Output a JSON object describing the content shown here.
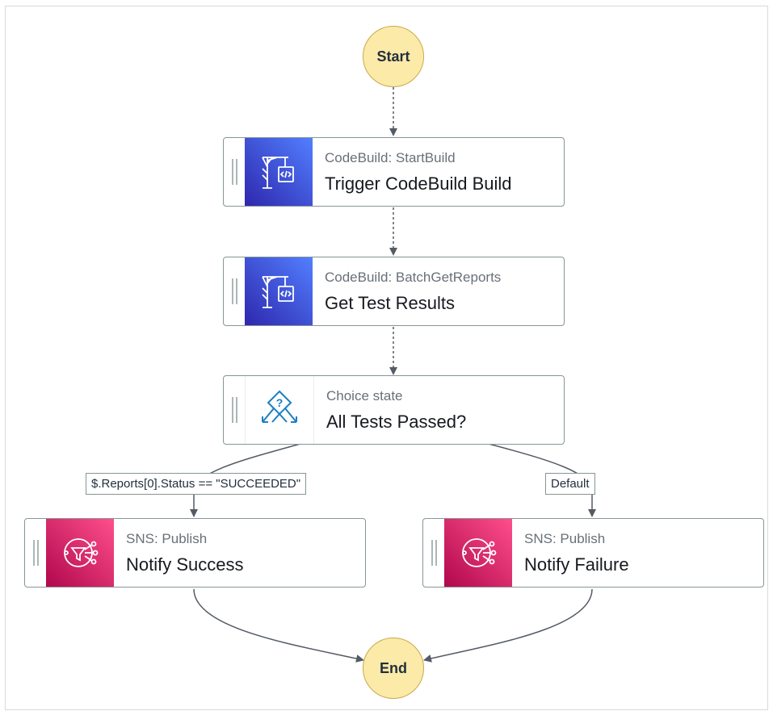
{
  "diagram": {
    "start_label": "Start",
    "end_label": "End",
    "states": [
      {
        "id": "trigger",
        "service": "CodeBuild: StartBuild",
        "name": "Trigger CodeBuild Build",
        "icon": "codebuild-icon"
      },
      {
        "id": "results",
        "service": "CodeBuild: BatchGetReports",
        "name": "Get Test Results",
        "icon": "codebuild-icon"
      },
      {
        "id": "choice",
        "service": "Choice state",
        "name": "All Tests Passed?",
        "icon": "choice-icon"
      },
      {
        "id": "success",
        "service": "SNS: Publish",
        "name": "Notify Success",
        "icon": "sns-icon"
      },
      {
        "id": "failure",
        "service": "SNS: Publish",
        "name": "Notify Failure",
        "icon": "sns-icon"
      }
    ],
    "edge_labels": {
      "success": "$.Reports[0].Status == \"SUCCEEDED\"",
      "default": "Default"
    },
    "colors": {
      "codebuild": "#3f48cc",
      "sns": "#e7157b",
      "terminal": "#fbeaa8",
      "edge": "#545b64"
    }
  }
}
